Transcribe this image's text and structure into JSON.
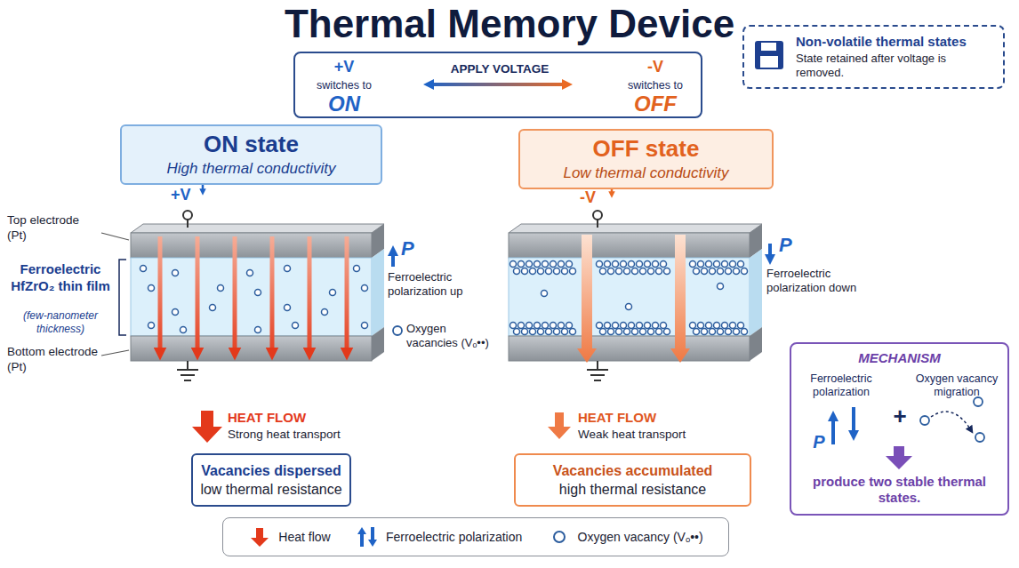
{
  "diagram": {
    "title": "Thermal Memory Device",
    "nodes": [
      {
        "text": [
          "+V",
          "switches to",
          "ON",
          "APPLY VOLTAGE",
          "-V",
          "switches to",
          "OFF"
        ]
      },
      {
        "text": [
          "Non-volatile thermal states",
          "State retained after voltage is removed."
        ]
      },
      {
        "text": [
          "ON state",
          "High thermal conductivity"
        ]
      },
      {
        "text": [
          "OFF state",
          "Low thermal conductivity"
        ]
      },
      {
        "text": [
          "Vacancies dispersed",
          "low thermal resistance"
        ]
      },
      {
        "text": [
          "Vacancies accumulated",
          "high thermal resistance"
        ]
      },
      {
        "text": [
          "MECHANISM",
          "Ferroelectric polarization",
          "P",
          "+",
          "Oxygen vacancy migration",
          "produce two stable thermal states."
        ]
      }
    ],
    "labels": [
      "+V",
      "-V",
      "Top electrode (Pt)",
      "Ferroelectric HfZrO₂ thin film",
      "(few-nanometer thickness)",
      "Bottom electrode (Pt)",
      "P",
      "Ferroelectric polarization up",
      "Oxygen vacancies (Vₒ••)",
      "P",
      "Ferroelectric polarization down",
      "HEAT FLOW",
      "Strong heat transport",
      "HEAT FLOW",
      "Weak heat transport"
    ],
    "legend": [
      {
        "text": "Heat flow"
      },
      {
        "text": "Ferroelectric polarization"
      },
      {
        "text": "Oxygen vacancy (Vₒ••)"
      }
    ]
  }
}
